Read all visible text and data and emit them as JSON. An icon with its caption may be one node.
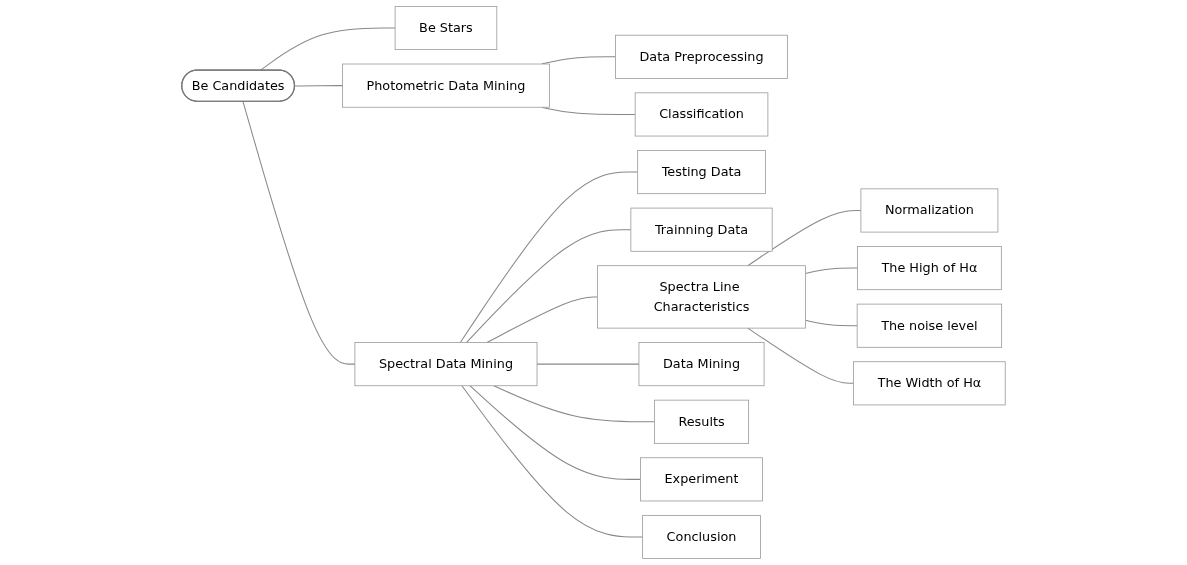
{
  "diagram": {
    "nodes": [
      {
        "text": [
          "Be Candidates"
        ]
      },
      {
        "text": [
          "Be Stars"
        ]
      },
      {
        "text": [
          "Photometric Data Mining"
        ]
      },
      {
        "text": [
          "Data Preprocessing"
        ]
      },
      {
        "text": [
          "Classification"
        ]
      },
      {
        "text": [
          "Spectral Data Mining"
        ]
      },
      {
        "text": [
          "Testing Data"
        ]
      },
      {
        "text": [
          "Trainning Data"
        ]
      },
      {
        "text": [
          "Spectra Line Characteristics"
        ]
      },
      {
        "text": [
          "Normalization"
        ]
      },
      {
        "text": [
          "The High of Hα"
        ]
      },
      {
        "text": [
          "The noise level"
        ]
      },
      {
        "text": [
          "The Width of Hα"
        ]
      },
      {
        "text": [
          "Data Mining"
        ]
      },
      {
        "text": [
          "Results"
        ]
      },
      {
        "text": [
          "Experiment"
        ]
      },
      {
        "text": [
          "Conclusion"
        ]
      }
    ],
    "edges": [
      {
        "from": 0,
        "to": 1,
        "arrow": "none"
      },
      {
        "from": 0,
        "to": 2,
        "arrow": "none"
      },
      {
        "from": 2,
        "to": 3,
        "arrow": "none"
      },
      {
        "from": 2,
        "to": 4,
        "arrow": "none"
      },
      {
        "from": 0,
        "to": 5,
        "arrow": "none"
      },
      {
        "from": 5,
        "to": 6,
        "arrow": "none"
      },
      {
        "from": 5,
        "to": 7,
        "arrow": "none"
      },
      {
        "from": 5,
        "to": 8,
        "arrow": "none"
      },
      {
        "from": 8,
        "to": 9,
        "arrow": "none"
      },
      {
        "from": 8,
        "to": 10,
        "arrow": "none"
      },
      {
        "from": 8,
        "to": 11,
        "arrow": "none"
      },
      {
        "from": 8,
        "to": 12,
        "arrow": "none"
      },
      {
        "from": 5,
        "to": 13,
        "arrow": "none"
      },
      {
        "from": 5,
        "to": 14,
        "arrow": "none"
      },
      {
        "from": 5,
        "to": 15,
        "arrow": "none"
      },
      {
        "from": 5,
        "to": 16,
        "arrow": "none"
      }
    ]
  }
}
